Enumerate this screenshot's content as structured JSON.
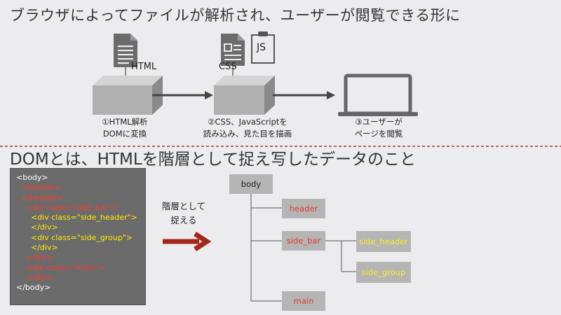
{
  "title_top": "ブラウザによってファイルが解析され、ユーザーが閲覧できる形に",
  "title_bottom": "DOMとは、HTMLを階層として捉え写したデータのこと",
  "flow": {
    "html_label": "HTML",
    "css_label": "CSS",
    "js_label": "JS",
    "step1": [
      "①HTML解析",
      "DOMに変換"
    ],
    "step2": [
      "②CSS、JavaScriptを",
      "読み込み、見た目を描画"
    ],
    "step3": [
      "③ユーザーが",
      "ページを閲覧"
    ]
  },
  "code_lines": [
    {
      "text": "<body>",
      "color": "#ffffff"
    },
    {
      "text": "  <header>",
      "color": "#ff3b2f"
    },
    {
      "text": "  </header>",
      "color": "#ff3b2f"
    },
    {
      "text": "    <div class=\"side_bar\">",
      "color": "#ff3b2f"
    },
    {
      "text": "      <div class=\"side_header\">",
      "color": "#ffea00"
    },
    {
      "text": "      </div>",
      "color": "#ffea00"
    },
    {
      "text": "      <div class=\"side_group\">",
      "color": "#ffea00"
    },
    {
      "text": "      </div>",
      "color": "#ffea00"
    },
    {
      "text": "    </div>",
      "color": "#ff3b2f"
    },
    {
      "text": "    <div class=\"main\">",
      "color": "#ff3b2f"
    },
    {
      "text": "    </div>",
      "color": "#ff3b2f"
    },
    {
      "text": "</body>",
      "color": "#ffffff"
    }
  ],
  "capture_label": [
    "階層として",
    "捉える"
  ],
  "tree": {
    "body": "body",
    "header": "header",
    "side_bar": "side_bar",
    "side_header": "side_header",
    "side_group": "side_group",
    "main": "main"
  },
  "colors": {
    "background": "#ececee",
    "box": "#b5b5b5",
    "red": "#e53b2a",
    "yellow": "#ffea2a",
    "arrow": "#a3281b",
    "divider": "#b5312a"
  }
}
